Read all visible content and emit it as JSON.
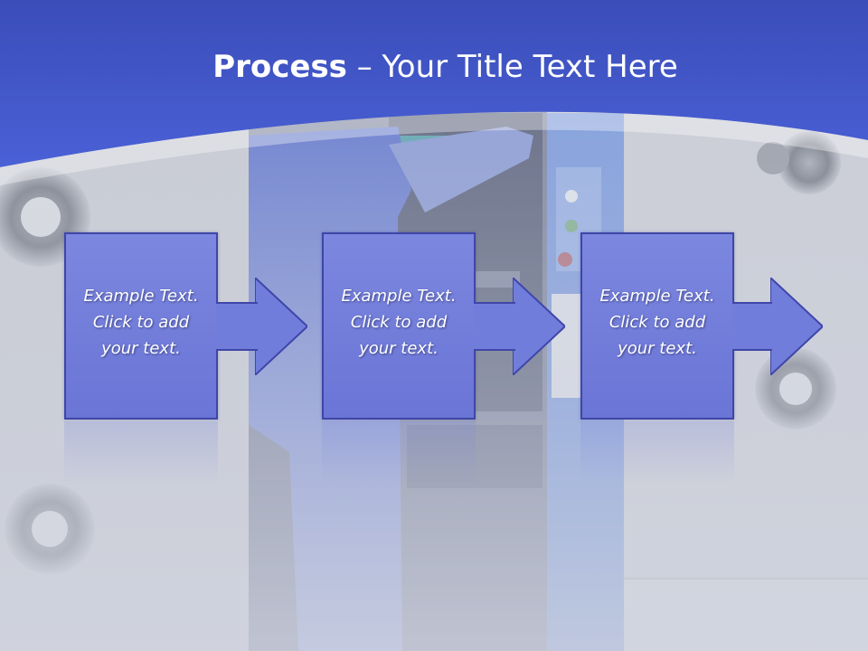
{
  "title": {
    "bold": "Process",
    "rest": " – Your Title Text Here"
  },
  "steps": [
    {
      "line1": "Example Text.",
      "line2": "Click  to add",
      "line3": "your text."
    },
    {
      "line1": "Example Text.",
      "line2": "Click  to add",
      "line3": "your text."
    },
    {
      "line1": "Example Text.",
      "line2": "Click  to add",
      "line3": "your text."
    }
  ],
  "colors": {
    "header_blue": "#3f53c8",
    "box_fill": "#7480dc",
    "box_border": "#3f46a8"
  }
}
